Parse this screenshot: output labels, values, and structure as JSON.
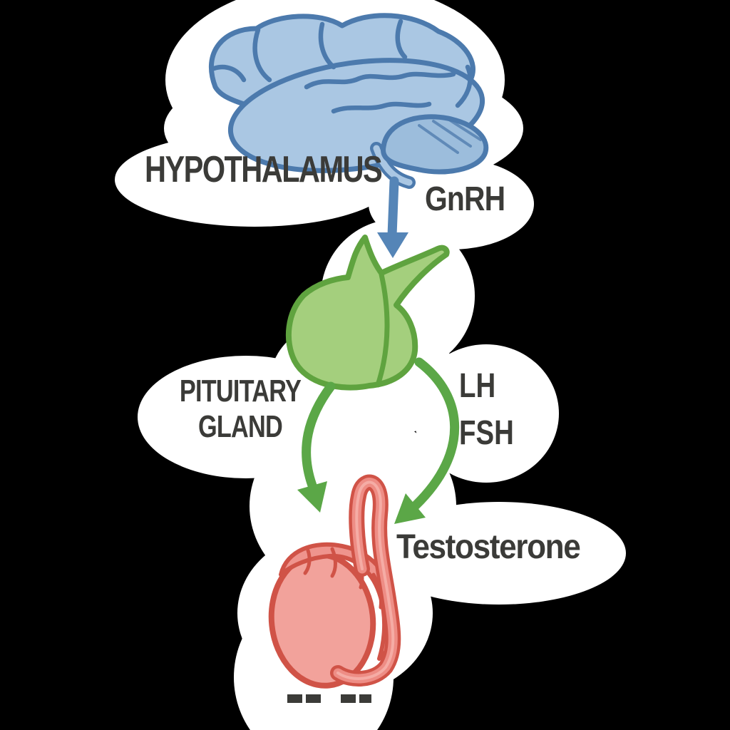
{
  "labels": {
    "hypothalamus": "HYPOTHALAMUS",
    "gnrh": "GnRH",
    "pituitary_line1": "PITUITARY",
    "pituitary_line2": "GLAND",
    "lh": "LH",
    "fsh": "FSH",
    "testosterone": "Testosterone"
  },
  "organ_icons": [
    "brain-icon",
    "pituitary-gland-icon",
    "testicle-spermatic-cord-icon"
  ],
  "colors": {
    "background": "#000000",
    "sticker": "#ffffff",
    "label_text": "#3b3b38",
    "brain_fill": "#aac7e3",
    "brain_shade": "#9cbddc",
    "brain_outline": "#4c7aad",
    "gnrh_arrow_blue": "#5585b7",
    "pituitary_fill": "#a4cf7d",
    "pituitary_outline": "#5fa33f",
    "hormone_arrow_green": "#5ba747",
    "testis_fill": "#f2a29b",
    "epididymis_fill": "#ef948d",
    "testis_outline": "#d05347",
    "tube_fill": "#ee8d85",
    "tube_highlight": "#f5aca5"
  }
}
